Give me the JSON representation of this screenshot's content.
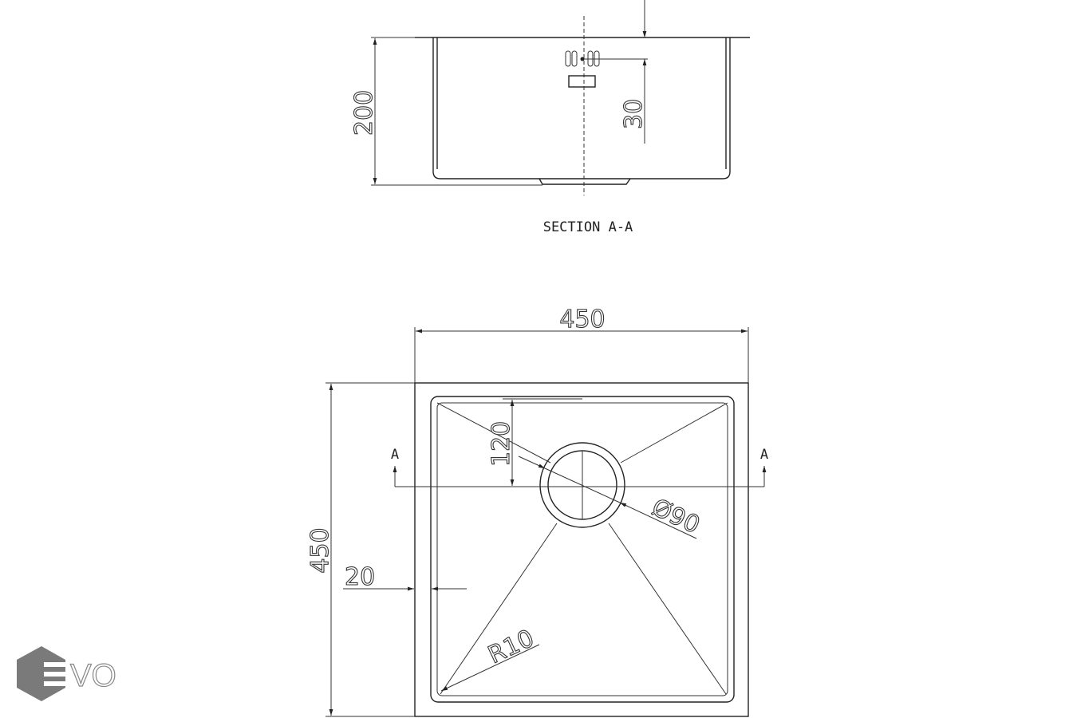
{
  "section_view": {
    "title": "SECTION A-A",
    "depth_dim": "200",
    "overflow_dim": "30"
  },
  "plan_view": {
    "width_dim": "450",
    "height_dim": "450",
    "drain_offset_dim": "120",
    "drain_diameter_dim": "Ø90",
    "rim_dim": "20",
    "corner_radius_dim": "R10",
    "section_marker_left": "A",
    "section_marker_right": "A"
  },
  "logo": {
    "text": "EVO"
  }
}
